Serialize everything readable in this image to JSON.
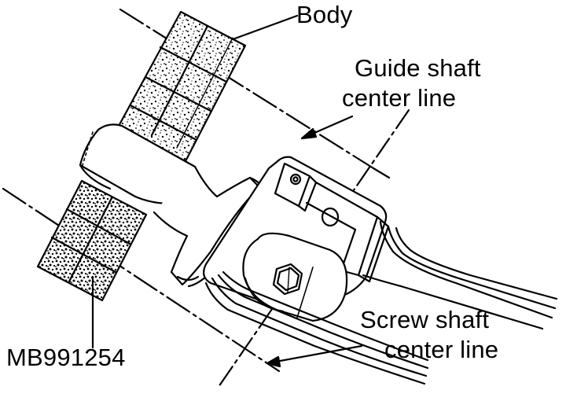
{
  "labels": {
    "body": "Body",
    "guide_shaft_line1": "Guide shaft",
    "guide_shaft_line2": "center line",
    "screw_shaft_line1": "Screw shaft",
    "screw_shaft_line2": "center line",
    "tool": "MB991254"
  },
  "colors": {
    "ink": "#000000",
    "paper": "#ffffff"
  }
}
